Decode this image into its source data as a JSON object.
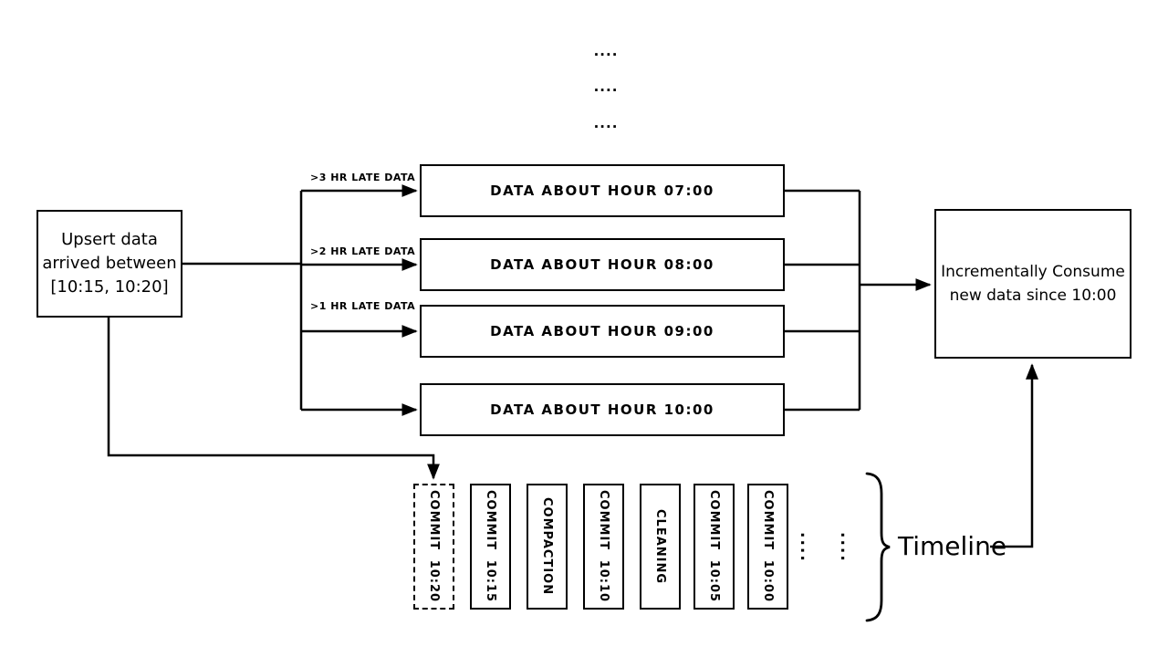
{
  "diagram": {
    "top_ellipsis": [
      "....",
      "....",
      "...."
    ],
    "source_box": {
      "lines": [
        "Upsert data",
        "arrived between",
        "[10:15, 10:20]"
      ]
    },
    "branch_labels": [
      ">3 HR LATE DATA",
      ">2 HR LATE DATA",
      ">1 HR LATE DATA"
    ],
    "hour_boxes": [
      "DATA ABOUT HOUR 07:00",
      "DATA ABOUT HOUR 08:00",
      "DATA ABOUT HOUR 09:00",
      "DATA ABOUT HOUR 10:00"
    ],
    "consumer_box": {
      "lines": [
        "Incrementally Consume",
        "new data since 10:00"
      ]
    },
    "timeline": {
      "items": [
        {
          "label": "COMMIT 10:20",
          "style": "dashed"
        },
        {
          "label": "COMMIT 10:15",
          "style": "solid"
        },
        {
          "label": "COMPACTION",
          "style": "solid"
        },
        {
          "label": "COMMIT 10:10",
          "style": "solid"
        },
        {
          "label": "CLEANING",
          "style": "solid"
        },
        {
          "label": "COMMIT 10:05",
          "style": "solid"
        },
        {
          "label": "COMMIT 10:00",
          "style": "solid"
        }
      ],
      "ellipsis": [
        "....",
        "...."
      ],
      "label": "Timeline"
    },
    "colors": {
      "line": "#000000",
      "background": "#ffffff"
    }
  }
}
